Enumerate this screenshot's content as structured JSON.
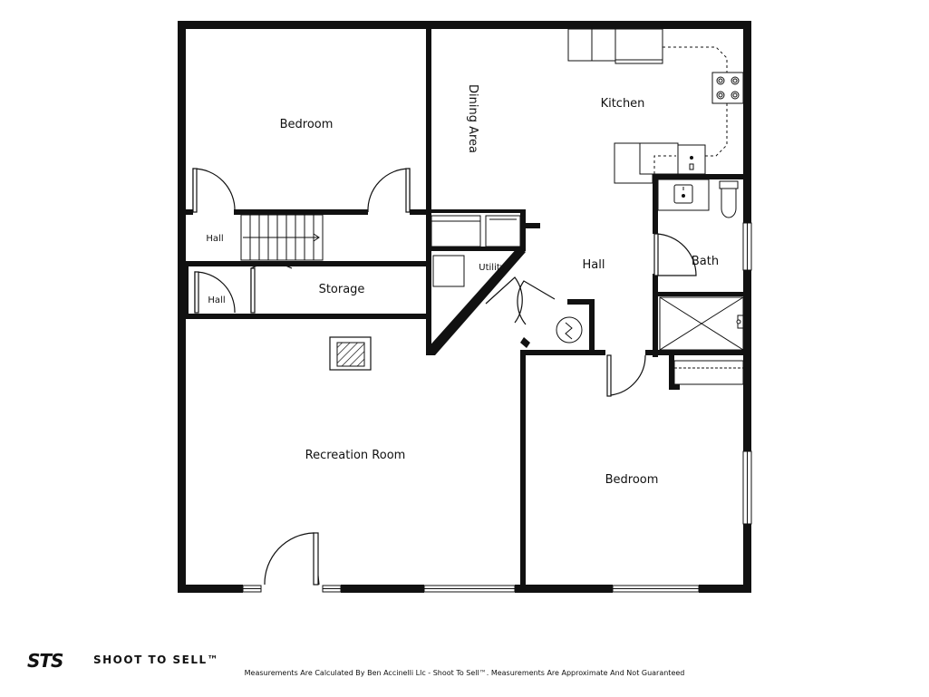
{
  "rooms": {
    "bedroom_top": "Bedroom",
    "dining_area": "Dining Area",
    "kitchen": "Kitchen",
    "hall_upper_left": "Hall",
    "hall_lower_left": "Hall",
    "utility": "Utility",
    "hall_center": "Hall",
    "bath": "Bath",
    "storage": "Storage",
    "recreation_room": "Recreation Room",
    "bedroom_bottom": "Bedroom"
  },
  "branding": {
    "logo_mark": "STS",
    "logo_text": "SHOOT TO SELL™"
  },
  "footer": {
    "disclaimer": "Measurements Are Calculated By Ben Accinelli Llc - Shoot To Sell™. Measurements Are Approximate And Not Guaranteed"
  }
}
